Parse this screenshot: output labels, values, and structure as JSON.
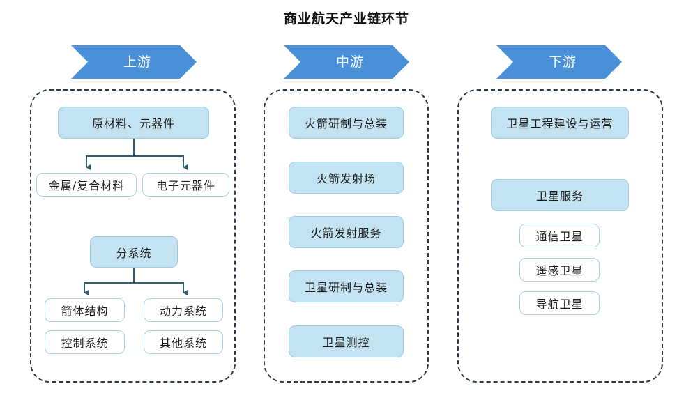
{
  "title": "商业航天产业链环节",
  "colors": {
    "chevron": "#4a90d9",
    "node_fill": "#c3e2f2",
    "node_border": "#9fcce3",
    "connector": "#2f5f78",
    "dashed_border": "#2c3a4a"
  },
  "stages": [
    {
      "label": "上游",
      "groups": [
        {
          "parent": "原材料、元器件",
          "children": [
            "金属/复合材料",
            "电子元器件"
          ]
        },
        {
          "parent": "分系统",
          "children": [
            "箭体结构",
            "动力系统",
            "控制系统",
            "其他系统"
          ]
        }
      ]
    },
    {
      "label": "中游",
      "items": [
        "火箭研制与总装",
        "火箭发射场",
        "火箭发射服务",
        "卫星研制与总装",
        "卫星测控"
      ]
    },
    {
      "label": "下游",
      "items": [
        "卫星工程建设与运营",
        "卫星服务"
      ],
      "sub_items": [
        "通信卫星",
        "遥感卫星",
        "导航卫星"
      ]
    }
  ]
}
